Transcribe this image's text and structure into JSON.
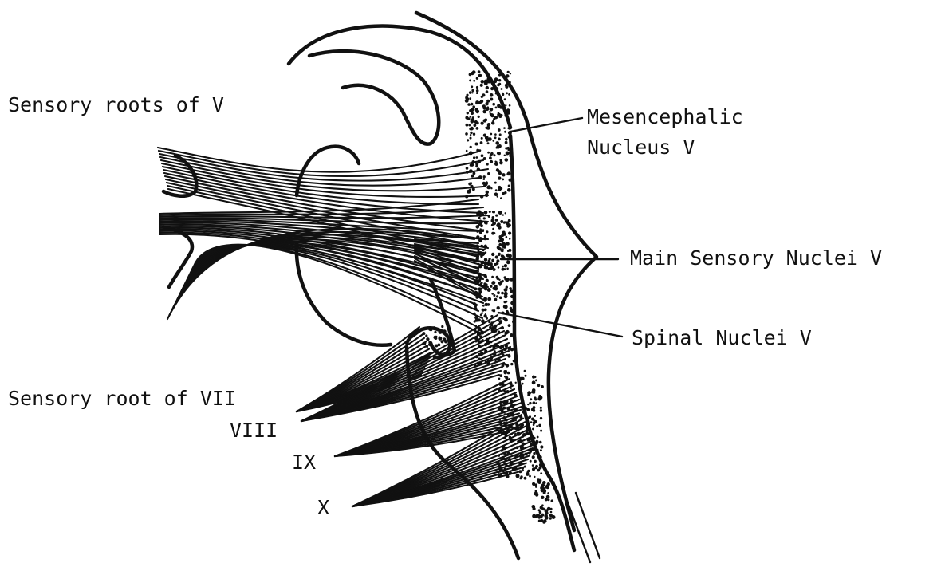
{
  "labels": {
    "sensory_roots_v": "Sensory roots of V",
    "mesencephalic_1": "Mesencephalic",
    "mesencephalic_2": "Nucleus V",
    "main_sensory": "Main Sensory Nuclei V",
    "spinal_nuclei": "Spinal Nuclei V",
    "sensory_root_vii": "Sensory root of VII",
    "viii": "VIII",
    "ix": "IX",
    "x": "X"
  },
  "colors": {
    "ink": "#111111",
    "background": "#ffffff"
  }
}
